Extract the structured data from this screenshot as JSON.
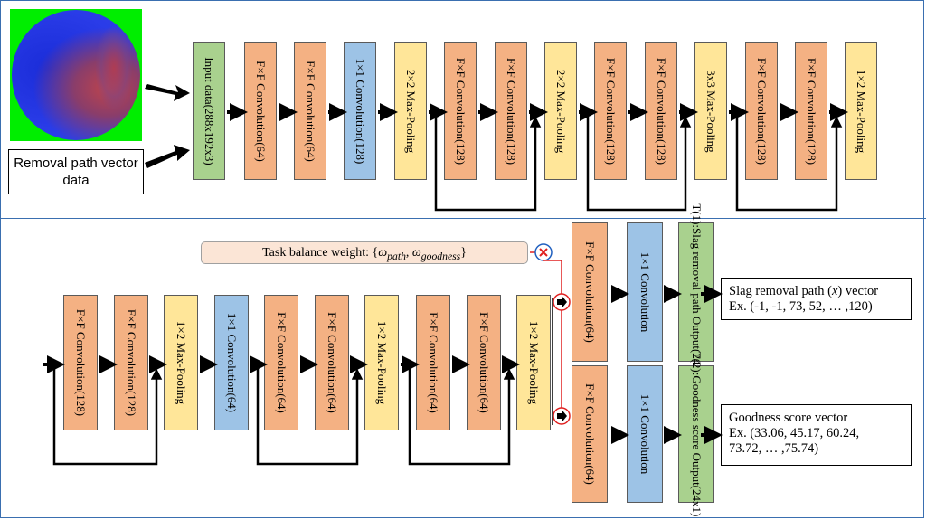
{
  "input_vector_label": "Removal path vector data",
  "task_balance_label": "Task balance weight: {ω_path, ω_goodness}",
  "task_balance_prefix": "Task balance weight: {",
  "task_balance_w1": "ω",
  "task_balance_w1_sub": "path",
  "task_balance_sep": ", ",
  "task_balance_w2": "ω",
  "task_balance_w2_sub": "goodness",
  "task_balance_suffix": "}",
  "row1_blocks": [
    {
      "label": "Input data(288x192x3)",
      "color": "green"
    },
    {
      "label": "F×F Convolution(64)",
      "color": "orange"
    },
    {
      "label": "F×F Convolution(64)",
      "color": "orange"
    },
    {
      "label": "1×1 Convolution(128)",
      "color": "blue"
    },
    {
      "label": "2×2 Max-Pooling",
      "color": "yellow"
    },
    {
      "label": "F×F Convolution(128)",
      "color": "orange"
    },
    {
      "label": "F×F Convolution(128)",
      "color": "orange"
    },
    {
      "label": "2×2 Max-Pooling",
      "color": "yellow"
    },
    {
      "label": "F×F Convolution(128)",
      "color": "orange"
    },
    {
      "label": "F×F Convolution(128)",
      "color": "orange"
    },
    {
      "label": "3x3 Max-Pooling",
      "color": "yellow"
    },
    {
      "label": "F×F Convolution(128)",
      "color": "orange"
    },
    {
      "label": "F×F Convolution(128)",
      "color": "orange"
    },
    {
      "label": "1×2 Max-Pooling",
      "color": "yellow"
    }
  ],
  "row2_blocks": [
    {
      "label": "F×F Convolution(128)",
      "color": "orange"
    },
    {
      "label": "F×F Convolution(128)",
      "color": "orange"
    },
    {
      "label": "1×2 Max-Pooling",
      "color": "yellow"
    },
    {
      "label": "1×1 Convolution(64)",
      "color": "blue"
    },
    {
      "label": "F×F Convolution(64)",
      "color": "orange"
    },
    {
      "label": "F×F Convolution(64)",
      "color": "orange"
    },
    {
      "label": "1×2 Max-Pooling",
      "color": "yellow"
    },
    {
      "label": "F×F Convolution(64)",
      "color": "orange"
    },
    {
      "label": "F×F Convolution(64)",
      "color": "orange"
    },
    {
      "label": "1×2 Max-Pooling",
      "color": "yellow"
    }
  ],
  "head1_blocks": [
    {
      "label": "F×F Convolution(64)",
      "color": "orange"
    },
    {
      "label": "1×1 Convolution",
      "color": "blue"
    },
    {
      "label": "T(1):Slag removal path Output(24x1)",
      "color": "green"
    }
  ],
  "head2_blocks": [
    {
      "label": "F×F Convolution(64)",
      "color": "orange"
    },
    {
      "label": "1×1 Convolution",
      "color": "blue"
    },
    {
      "label": "T(2):Goodness score Output(24x1)",
      "color": "green"
    }
  ],
  "output1": {
    "title_pre": "Slag removal path (",
    "title_var": "x",
    "title_post": ") vector",
    "example": "Ex. (-1, -1, 73, 52, … ,120)"
  },
  "output2": {
    "title": "Goodness score vector",
    "example_l1": "Ex. (33.06, 45.17, 60.24,",
    "example_l2": "73.72, … ,75.74)"
  },
  "colors": {
    "orange": "#f4b183",
    "blue": "#9dc3e6",
    "yellow": "#ffe699",
    "green": "#a9d18e",
    "weight_box": "#fbe5d6",
    "gate_line": "#e02020",
    "frame": "#3a6fb0"
  },
  "icons": [
    "thick-arrow-icon",
    "multiply-gate-icon",
    "gate-icon"
  ]
}
